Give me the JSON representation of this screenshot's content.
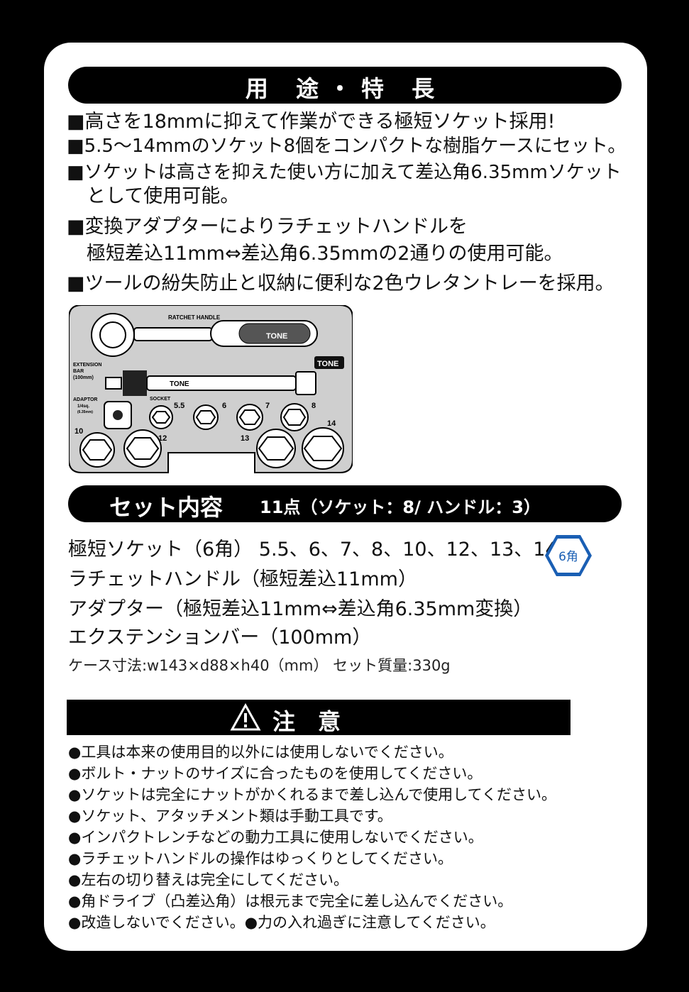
{
  "features": {
    "header": "用 途・特 長",
    "items": [
      "■高さを18mmに抑えて作業ができる極短ソケット採用!",
      "■5.5～14mmのソケット8個をコンパクトな樹脂ケースにセット。",
      "■ソケットは高さを抑えた使い方に加えて差込角6.35mmソケット",
      "として使用可能。",
      "■変換アダプターによりラチェットハンドルを",
      "極短差込11mm⇔差込角6.35mmの2通りの使用可能。",
      "■ツールの紛失防止と収納に便利な2色ウレタントレーを採用。"
    ]
  },
  "tray": {
    "ratchet_label": "RATCHET HANDLE",
    "brand": "TONE",
    "extension_label_1": "EXTENSION",
    "extension_label_2": "BAR",
    "extension_label_3": "(100mm)",
    "adaptor_label": "ADAPTOR",
    "adaptor_sq_1": "1/4sq.",
    "adaptor_sq_2": "(6.35mm)",
    "socket_label": "SOCKET",
    "sizes": [
      "5.5",
      "6",
      "7",
      "8",
      "10",
      "12",
      "13",
      "14"
    ]
  },
  "set": {
    "title": "セット内容",
    "count": "11点（ソケット：8/ ハンドル：3）",
    "items": [
      "極短ソケット（6角） 5.5、6、7、8、10、12、13、14",
      "ラチェットハンドル（極短差込11mm）",
      "アダプター（極短差込11mm⇔差込角6.35mm変換）",
      "エクステンションバー（100mm）"
    ],
    "hex_badge": "6角",
    "case_spec": "ケース寸法:w143×d88×h40（mm） セット質量:330g"
  },
  "caution": {
    "title": "注　意",
    "items": [
      "●工具は本来の使用目的以外には使用しないでください。",
      "●ボルト・ナットのサイズに合ったものを使用してください。",
      "●ソケットは完全にナットがかくれるまで差し込んで使用してください。",
      "●ソケット、アタッチメント類は手動工具です。",
      "●インパクトレンチなどの動力工具に使用しないでください。",
      "●ラチェットハンドルの操作はゆっくりとしてください。",
      "●左右の切り替えは完全にしてください。",
      "●角ドライブ（凸差込角）は根元まで完全に差し込んでください。",
      "●改造しないでください。●力の入れ過ぎに注意してください。"
    ]
  },
  "colors": {
    "badge_blue": "#1a5fb4",
    "background": "#000000",
    "card": "#ffffff"
  }
}
